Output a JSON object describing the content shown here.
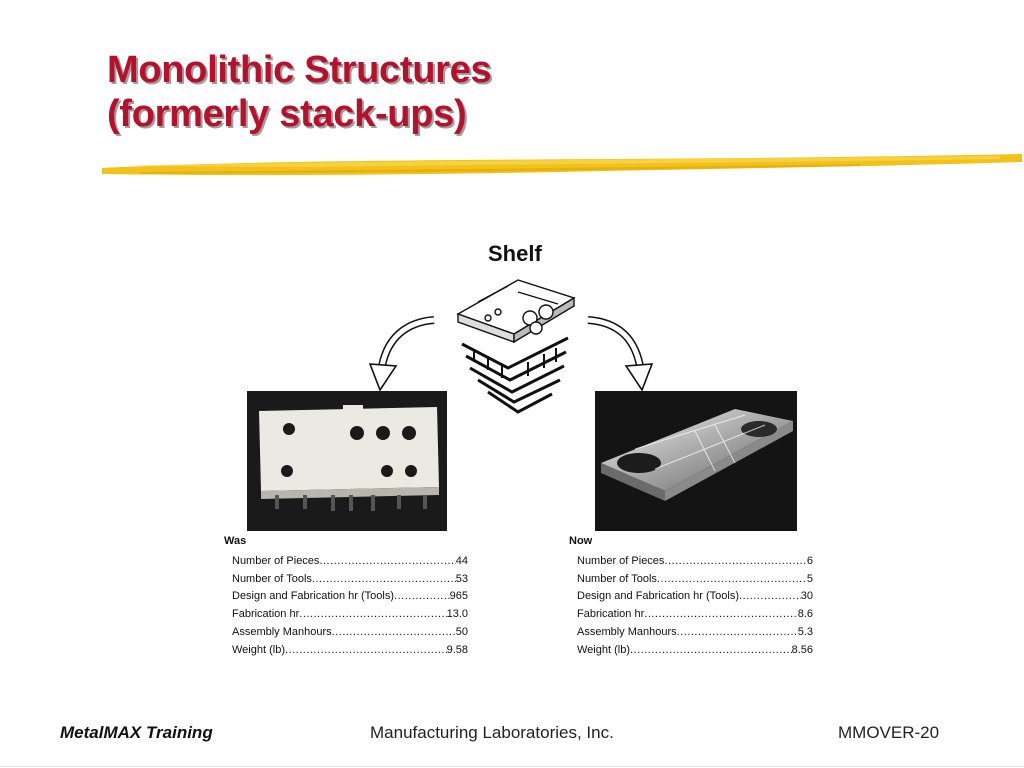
{
  "slide": {
    "title_line1": "Monolithic Structures",
    "title_line2": "(formerly stack-ups)",
    "accent_color": "#b8102a",
    "underline_color": "#f2c21a"
  },
  "figure": {
    "shelf_label": "Shelf",
    "was": {
      "heading": "Was",
      "rows": [
        {
          "label": "Number of Pieces",
          "value": "44"
        },
        {
          "label": "Number of Tools",
          "value": "53"
        },
        {
          "label": "Design and Fabrication hr (Tools)",
          "value": "965"
        },
        {
          "label": "Fabrication hr",
          "value": "13.0"
        },
        {
          "label": "Assembly Manhours",
          "value": "50"
        },
        {
          "label": "Weight (lb)",
          "value": "9.58"
        }
      ]
    },
    "now": {
      "heading": "Now",
      "rows": [
        {
          "label": "Number of Pieces",
          "value": "6"
        },
        {
          "label": "Number of Tools",
          "value": "5"
        },
        {
          "label": "Design and Fabrication hr (Tools)",
          "value": "30"
        },
        {
          "label": "Fabrication hr",
          "value": "8.6"
        },
        {
          "label": "Assembly Manhours",
          "value": "5.3"
        },
        {
          "label": "Weight (lb)",
          "value": "8.56"
        }
      ]
    }
  },
  "footer": {
    "left": "MetalMAX Training",
    "center": "Manufacturing Laboratories, Inc.",
    "right": "MMOVER-20"
  }
}
